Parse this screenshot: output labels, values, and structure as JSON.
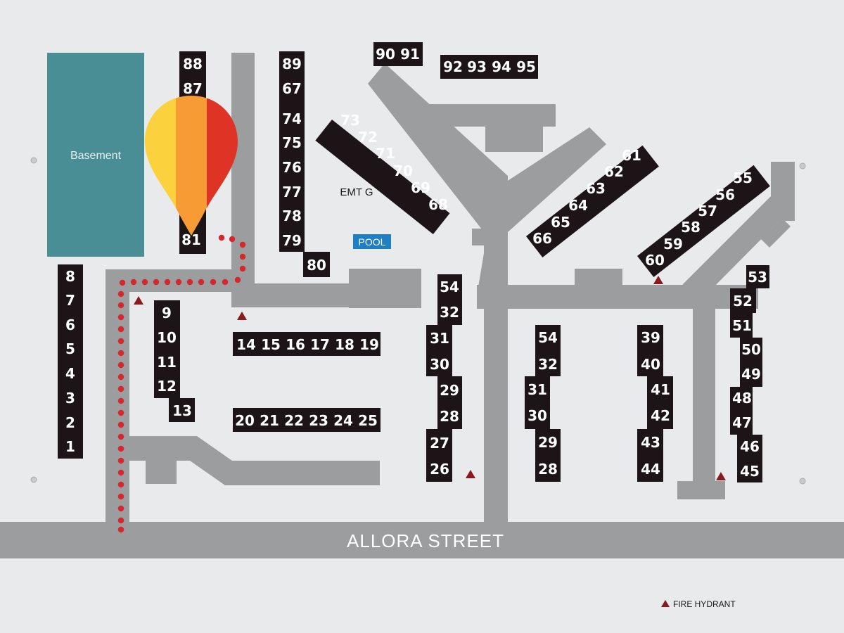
{
  "map": {
    "street_label": "ALLORA STREET",
    "basement_label": "Basement",
    "pool_label": "POOL",
    "emt_label": "EMT G",
    "legend": {
      "hydrant_label": "FIRE HYDRANT"
    },
    "colors": {
      "background": "#e8eaeb",
      "road": "#9b9d9e",
      "unit_block": "#1c1416",
      "basement": "#4a8e95",
      "pool": "#1e7fc4",
      "route_dots": "#d4282d",
      "hydrant": "#8b1a1f",
      "marker_stripes": [
        "#fbd13d",
        "#f79b35",
        "#de3325"
      ]
    },
    "you_are_here_marker": "balloon-location-pin-icon",
    "units": {
      "col_left": [
        "8",
        "7",
        "6",
        "5",
        "4",
        "3",
        "2",
        "1"
      ],
      "col_81": [
        "88",
        "87",
        "81"
      ],
      "col_89": [
        "89",
        "67",
        "74",
        "75",
        "76",
        "77",
        "78",
        "79"
      ],
      "unit_80": "80",
      "diag_73": [
        "73",
        "72",
        "71",
        "70",
        "69",
        "68"
      ],
      "top_90": [
        "90",
        "91"
      ],
      "top_92": [
        "92",
        "93",
        "94",
        "95"
      ],
      "diag_61": [
        "61",
        "62",
        "63",
        "64",
        "65",
        "66"
      ],
      "diag_55": [
        "55",
        "56",
        "57",
        "58",
        "59",
        "60"
      ],
      "col_9": [
        "9",
        "10",
        "11",
        "12",
        "13"
      ],
      "row_14": [
        "14",
        "15",
        "16",
        "17",
        "18",
        "19"
      ],
      "row_20": [
        "20",
        "21",
        "22",
        "23",
        "24",
        "25"
      ],
      "col_54a": [
        "54",
        "32",
        "31",
        "30",
        "29",
        "28",
        "27",
        "26"
      ],
      "col_54b": [
        "54",
        "32",
        "31",
        "30",
        "29",
        "28"
      ],
      "col_39": [
        "39",
        "40",
        "41",
        "42",
        "43",
        "44"
      ],
      "col_53": [
        "53",
        "52",
        "51",
        "50",
        "49",
        "48",
        "47",
        "46",
        "45"
      ]
    }
  }
}
